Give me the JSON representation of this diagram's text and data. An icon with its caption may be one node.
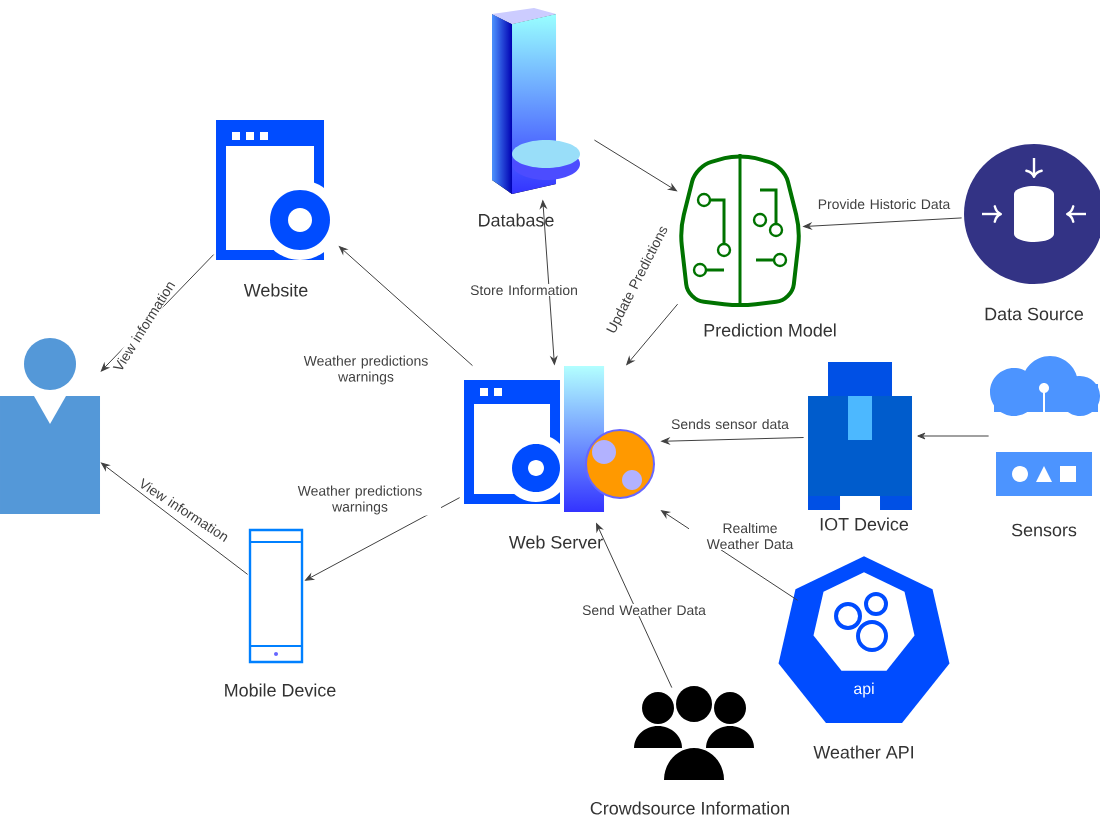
{
  "diagram": {
    "nodes": [
      {
        "text": [
          "Database"
        ]
      },
      {
        "text": [
          "Prediction Model"
        ]
      },
      {
        "text": [
          "Data Source"
        ]
      },
      {
        "text": [
          "Website"
        ]
      },
      {
        "text": [],
        "shape": "person"
      },
      {
        "text": [
          "Web Server"
        ]
      },
      {
        "text": [
          "IOT Device"
        ]
      },
      {
        "text": [
          "Sensors"
        ]
      },
      {
        "text": [
          "Mobile Device"
        ]
      },
      {
        "text": [
          "api",
          "Weather API"
        ]
      },
      {
        "text": [
          "Crowdsource Information"
        ]
      }
    ],
    "edges": [
      {
        "from": 0,
        "to": 5,
        "arrow": "both",
        "label": "Store Information"
      },
      {
        "from": 0,
        "to": 1,
        "arrow": "to"
      },
      {
        "from": 1,
        "to": 5,
        "arrow": "to",
        "label": "Update Predictions"
      },
      {
        "from": 2,
        "to": 1,
        "arrow": "to",
        "label": "Provide Historic Data"
      },
      {
        "from": 5,
        "to": 3,
        "arrow": "to",
        "label": "Weather predictions warnings"
      },
      {
        "from": 3,
        "to": 4,
        "arrow": "to",
        "label": "View information"
      },
      {
        "from": 5,
        "to": 8,
        "arrow": "to",
        "label": "Weather predictions warnings"
      },
      {
        "from": 8,
        "to": 4,
        "arrow": "to",
        "label": "View information"
      },
      {
        "from": 6,
        "to": 5,
        "arrow": "to",
        "label": "Sends sensor data"
      },
      {
        "from": 7,
        "to": 6,
        "arrow": "to"
      },
      {
        "from": 9,
        "to": 5,
        "arrow": "to",
        "label": "Realtime Weather Data"
      },
      {
        "from": 10,
        "to": 5,
        "arrow": "to",
        "label": "Send Weather Data"
      }
    ]
  }
}
